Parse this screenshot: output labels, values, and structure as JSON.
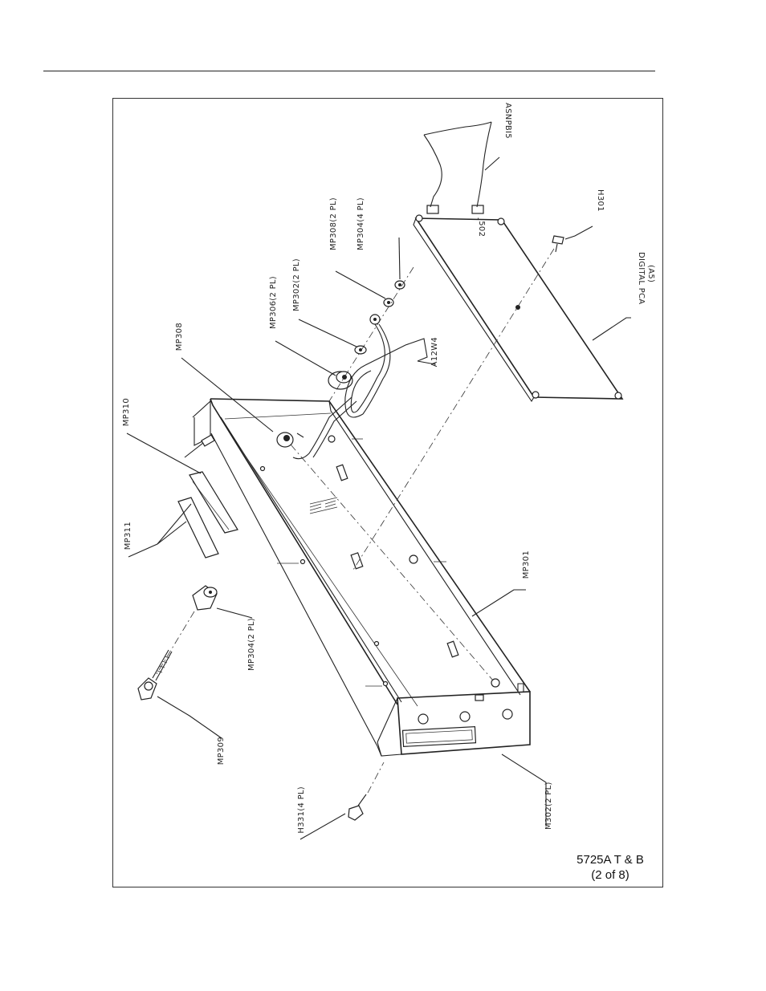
{
  "labels": {
    "asnpbi5": "ASNPBI5",
    "h301": "H301",
    "j502": "J502",
    "digital_pca": "DIGITAL PCA",
    "digital_pca_sub": "(A5)",
    "mp304_4pl": "MP304(4 PL)",
    "mp308_2pl": "MP308(2 PL)",
    "mp302_2pl": "MP302(2 PL)",
    "mp306_2pl": "MP306(2 PL)",
    "mp308": "MP308",
    "a12w4": "A12W4",
    "mp310": "MP310",
    "mp311": "MP311",
    "mp301": "MP301",
    "mp304_2pl": "MP304(2 PL)",
    "mp309": "MP309",
    "h331_4pl": "H331(4 PL)",
    "m302_2pl": "M302(2 PL)"
  },
  "caption": {
    "line1": "5725A T & B",
    "line2": "(2 of 8)"
  }
}
